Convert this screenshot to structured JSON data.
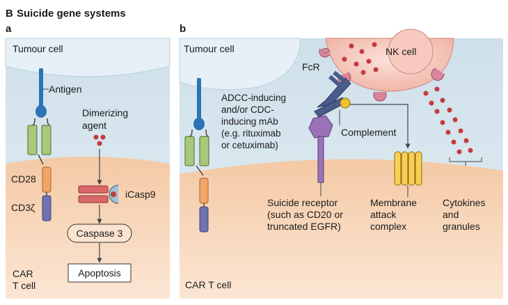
{
  "header": {
    "section_letter": "B",
    "title": "Suicide gene systems"
  },
  "panel_a": {
    "letter": "a",
    "tumour_cell": "Tumour cell",
    "antigen": "Antigen",
    "dimerizing_agent": [
      "Dimerizing",
      "agent"
    ],
    "cd28": "CD28",
    "cd3z": "CD3ζ",
    "icasp9": "iCasp9",
    "caspase3": "Caspase 3",
    "apoptosis": "Apoptosis",
    "car_t_cell": [
      "CAR",
      "T cell"
    ]
  },
  "panel_b": {
    "letter": "b",
    "tumour_cell": "Tumour cell",
    "nk_cell": "NK cell",
    "fcr": "FcR",
    "mab": [
      "ADCC-inducing",
      "and/or CDC-",
      "inducing mAb",
      "(e.g. rituximab",
      "or cetuximab)"
    ],
    "complement": "Complement",
    "suicide_receptor": [
      "Suicide receptor",
      "(such as CD20 or",
      "truncated EGFR)"
    ],
    "mac": [
      "Membrane",
      "attack",
      "complex"
    ],
    "cytokines": [
      "Cytokines",
      "and",
      "granules"
    ],
    "car_t_cell": "CAR T cell"
  },
  "colors": {
    "panel_bg": "#d8e6ef",
    "t_cell": "#f6d2b4",
    "tumour": "#e3eef5",
    "nk_cell": "#f5c7bd",
    "antigen_blue": "#2a73b4",
    "scfv_green": "#a9c87a",
    "cd28_orange": "#f1a567",
    "cd3z_purple": "#6f73ae",
    "icasp_red": "#d9686a",
    "receptor_purple": "#9a72b8",
    "mab_navy": "#4a5c8c",
    "complement_yellow": "#f3c02e",
    "mac_yellow": "#f8ce57",
    "fcr_pink": "#d9859c",
    "granule_red": "#c33b3f"
  }
}
